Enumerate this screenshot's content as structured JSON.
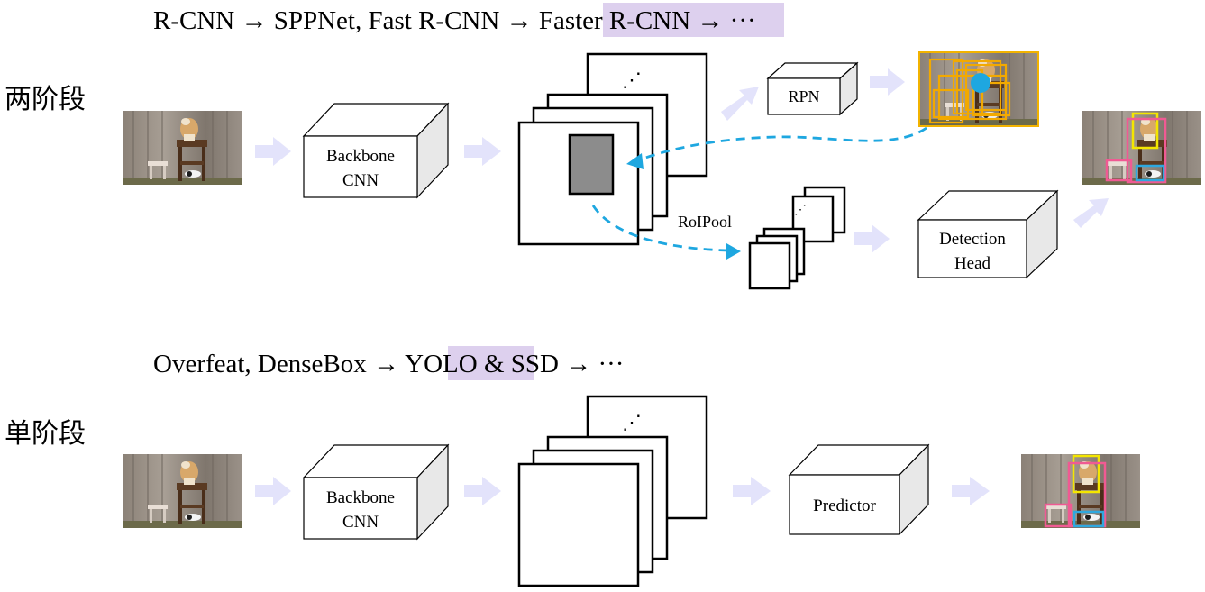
{
  "two_stage": {
    "label": "两阶段",
    "history": {
      "prefix": "R-CNN → SPPNet, Fast R-CNN → ",
      "highlight": "Faster R-CNN",
      "suffix": " → ···"
    },
    "backbone_line1": "Backbone",
    "backbone_line2": "CNN",
    "rpn_label": "RPN",
    "roipool_label": "RoIPool",
    "head_line1": "Detection",
    "head_line2": "Head",
    "stack_dots": "⋰"
  },
  "one_stage": {
    "label": "单阶段",
    "history": {
      "prefix": "Overfeat, DenseBox → ",
      "highlight": "YOLO",
      "suffix": " & SSD → ···"
    },
    "backbone_line1": "Backbone",
    "backbone_line2": "CNN",
    "predictor_label": "Predictor",
    "stack_dots": "⋰"
  },
  "colors": {
    "highlight": "#ddd0ee",
    "flow_arrow": "#e3e3fb",
    "roi_arrow": "#1ea7e0",
    "proposal_box": "#f2a900",
    "rpn_panel_border": "#f2b300",
    "det_yellow": "#f4e600",
    "det_pink": "#f05a93",
    "det_blue": "#2ea8df",
    "roi_fill": "#8c8c8c"
  },
  "icons": {
    "flow_arrow": "block-arrow-icon",
    "dashed_arrow": "dashed-arrow-icon"
  }
}
